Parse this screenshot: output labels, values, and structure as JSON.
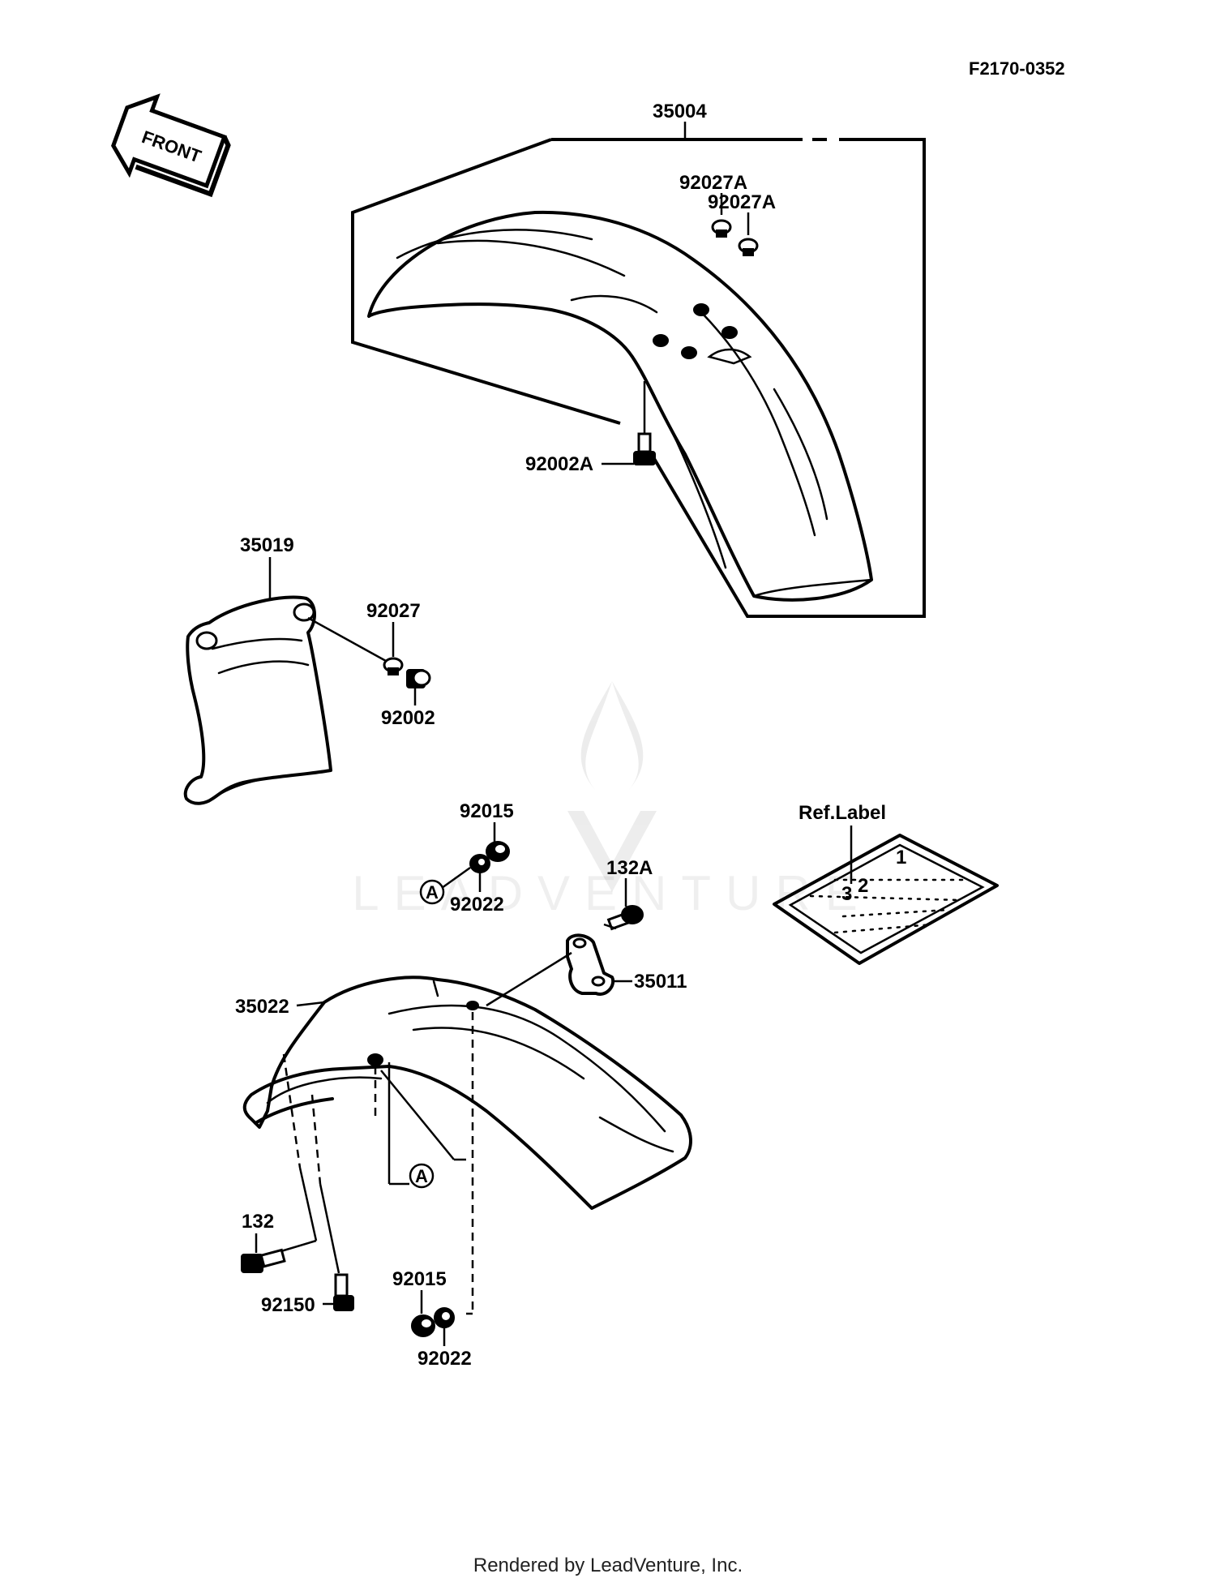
{
  "drawing_id": "F2170-0352",
  "front_arrow": {
    "text": "FRONT",
    "icon": "front-direction-arrow"
  },
  "parts": [
    {
      "id": "p-35004",
      "number": "35004",
      "description": "Front fender assembly"
    },
    {
      "id": "p-92027A-1",
      "number": "92027A"
    },
    {
      "id": "p-92027A-2",
      "number": "92027A"
    },
    {
      "id": "p-92002A",
      "number": "92002A"
    },
    {
      "id": "p-35019",
      "number": "35019"
    },
    {
      "id": "p-92027",
      "number": "92027"
    },
    {
      "id": "p-92002",
      "number": "92002"
    },
    {
      "id": "p-92015-top",
      "number": "92015"
    },
    {
      "id": "p-92022-top",
      "number": "92022"
    },
    {
      "id": "p-132A",
      "number": "132A"
    },
    {
      "id": "p-35011",
      "number": "35011"
    },
    {
      "id": "p-35022",
      "number": "35022"
    },
    {
      "id": "p-132",
      "number": "132"
    },
    {
      "id": "p-92150",
      "number": "92150"
    },
    {
      "id": "p-92015-bottom",
      "number": "92015"
    },
    {
      "id": "p-92022-bottom",
      "number": "92022"
    }
  ],
  "callout_marker": "A",
  "ref_label": {
    "title": "Ref.Label",
    "digits": [
      "1",
      "3",
      "2"
    ]
  },
  "watermark": "LEADVENTURE",
  "footer": "Rendered by LeadVenture, Inc."
}
